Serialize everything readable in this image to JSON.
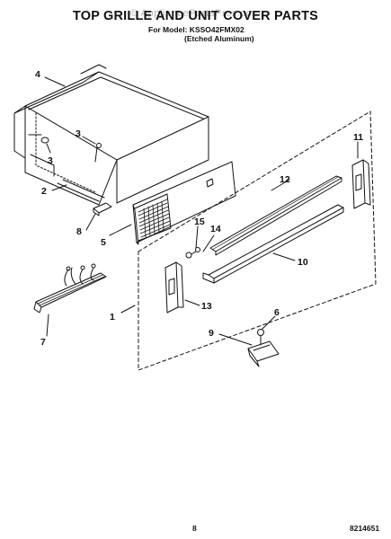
{
  "header": {
    "title": "TOP GRILLE AND UNIT COVER PARTS",
    "model_line": "For Model: KSSO42FMX02",
    "finish_line": "(Etched Aluminum)",
    "watermark": "© AppliancePartsPros.com"
  },
  "callouts": {
    "c1": "1",
    "c2": "2",
    "c3a": "3",
    "c3b": "3",
    "c4": "4",
    "c5": "5",
    "c6": "6",
    "c7": "7",
    "c8": "8",
    "c9": "9",
    "c10": "10",
    "c11": "11",
    "c12": "12",
    "c13": "13",
    "c14": "14",
    "c15": "15"
  },
  "footer": {
    "page_number": "8",
    "part_number": "8214651"
  },
  "colors": {
    "line": "#111111",
    "watermark": "#b9b9b9"
  }
}
